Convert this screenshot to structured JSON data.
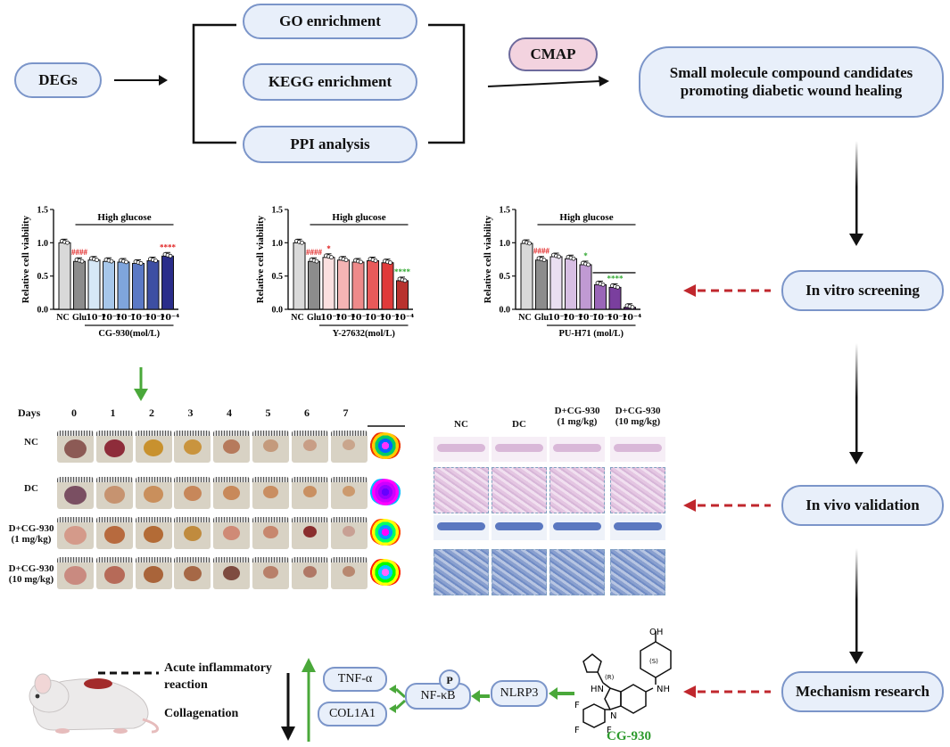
{
  "workflow": {
    "degs": "DEGs",
    "go": "GO enrichment",
    "kegg": "KEGG enrichment",
    "ppi": "PPI analysis",
    "cmap": "CMAP",
    "candidates": "Small molecule compound candidates promoting diabetic wound healing",
    "in_vitro": "In vitro screening",
    "in_vivo": "In vivo validation",
    "mechanism": "Mechanism research"
  },
  "chart_data": [
    {
      "type": "bar",
      "ylabel": "Relative cell viability",
      "xlabel": "CG-930(mol/L)",
      "bracket_label": "High glucose",
      "ylim": [
        0,
        1.5
      ],
      "yticks": [
        "0.0",
        "0.5",
        "1.0",
        "1.5"
      ],
      "categories": [
        "NC",
        "Glu",
        "10⁻⁹",
        "10⁻⁸",
        "10⁻⁷",
        "10⁻⁶",
        "10⁻⁵",
        "10⁻⁴"
      ],
      "values": [
        1.0,
        0.72,
        0.74,
        0.72,
        0.71,
        0.69,
        0.73,
        0.8
      ],
      "colors": [
        "#d9d9d9",
        "#8c8c8c",
        "#d6e8f7",
        "#a7c7ea",
        "#7fa5dc",
        "#5b79c5",
        "#3d4fa3",
        "#2a2d8a"
      ],
      "annotations": [
        {
          "index": 1,
          "text": "####",
          "color": "#e02020"
        },
        {
          "index": 7,
          "text": "****",
          "color": "#e02020"
        }
      ]
    },
    {
      "type": "bar",
      "ylabel": "Relative cell viability",
      "xlabel": "Y-27632(mol/L)",
      "bracket_label": "High glucose",
      "ylim": [
        0,
        1.5
      ],
      "yticks": [
        "0.0",
        "0.5",
        "1.0",
        "1.5"
      ],
      "categories": [
        "NC",
        "Glu",
        "10⁻⁹",
        "10⁻⁸",
        "10⁻⁷",
        "10⁻⁶",
        "10⁻⁵",
        "10⁻⁴"
      ],
      "values": [
        1.0,
        0.72,
        0.78,
        0.74,
        0.71,
        0.73,
        0.7,
        0.43
      ],
      "colors": [
        "#d9d9d9",
        "#8c8c8c",
        "#fbe0e0",
        "#f4b4b4",
        "#ee8a8a",
        "#e85a5a",
        "#e03a3a",
        "#b8322e"
      ],
      "annotations": [
        {
          "index": 1,
          "text": "####",
          "color": "#e02020"
        },
        {
          "index": 2,
          "text": "*",
          "color": "#e02020"
        },
        {
          "index": 7,
          "text": "****",
          "color": "#2fa82f"
        }
      ]
    },
    {
      "type": "bar",
      "ylabel": "Relative cell viability",
      "xlabel": "PU-H71 (mol/L)",
      "bracket_label": "High glucose",
      "ylim": [
        0,
        1.5
      ],
      "yticks": [
        "0.0",
        "0.5",
        "1.0",
        "1.5"
      ],
      "categories": [
        "NC",
        "Glu",
        "10⁻⁹",
        "10⁻⁸",
        "10⁻⁷",
        "10⁻⁶",
        "10⁻⁵",
        "10⁻⁴"
      ],
      "values": [
        0.99,
        0.74,
        0.79,
        0.76,
        0.67,
        0.37,
        0.33,
        0.03
      ],
      "colors": [
        "#d9d9d9",
        "#8c8c8c",
        "#eadff1",
        "#d7bfe3",
        "#c09ad3",
        "#9a66b8",
        "#7a3f9e",
        "#5a2078"
      ],
      "annotations": [
        {
          "index": 1,
          "text": "####",
          "color": "#e02020"
        },
        {
          "index": 4,
          "text": "*",
          "color": "#2fa82f"
        },
        {
          "index": 6,
          "text": "****",
          "color": "#2fa82f"
        }
      ]
    }
  ],
  "wound_panel": {
    "days_label": "Days",
    "days": [
      "0",
      "1",
      "2",
      "3",
      "4",
      "5",
      "6",
      "7"
    ],
    "rows": [
      "NC",
      "DC",
      "D+CG-930\n(1 mg/kg)",
      "D+CG-930\n(10 mg/kg)"
    ]
  },
  "histology": {
    "columns": [
      "NC",
      "DC",
      "D+CG-930\n(1 mg/kg)",
      "D+CG-930\n(10 mg/kg)"
    ]
  },
  "mechanism": {
    "acute": "Acute inflammatory reaction",
    "collagenation": "Collagenation",
    "tnf": "TNF-α",
    "col1a1": "COL1A1",
    "nfkb": "NF-κB",
    "p": "P",
    "nlrp3": "NLRP3",
    "compound": "CG-930",
    "atoms": {
      "oh": "OH",
      "nh1": "NH",
      "hn": "HN",
      "n": "N",
      "f1": "F",
      "f2": "F",
      "f3": "F",
      "s": "(S)",
      "r": "(R)"
    }
  },
  "colors": {
    "pill_border": "#7b95c9",
    "pill_fill": "#e8effa",
    "cmap_fill": "#f3d3df",
    "red_arrow": "#c0272d",
    "green_arrow": "#4aa83a",
    "compound_green": "#2c9a2c"
  }
}
